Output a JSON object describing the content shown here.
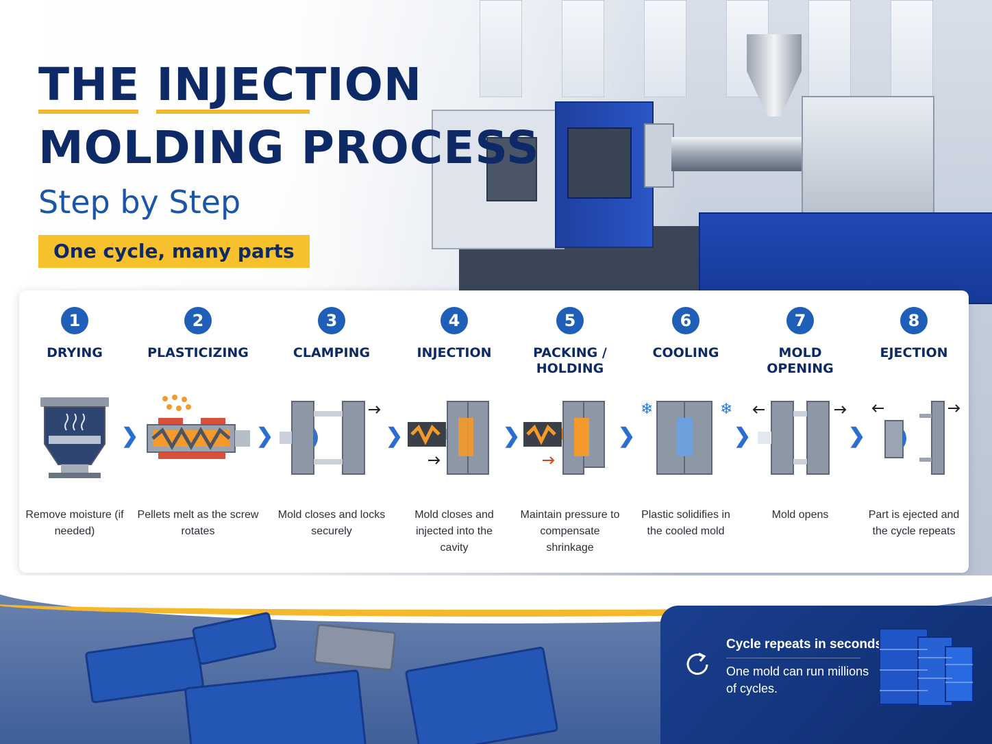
{
  "header": {
    "title_line1": "THE INJECTION",
    "title_line2": "MOLDING PROCESS",
    "subtitle": "Step by Step",
    "tagline": "One cycle, many parts"
  },
  "steps": [
    {
      "number": "1",
      "name": "DRYING",
      "description": "Remove moisture (if needed)"
    },
    {
      "number": "2",
      "name": "PLASTICIZING",
      "description": "Pellets melt as the screw rotates"
    },
    {
      "number": "3",
      "name": "CLAMPING",
      "description": "Mold closes and locks securely"
    },
    {
      "number": "4",
      "name": "INJECTION",
      "description": "Mold closes and injected into the cavity"
    },
    {
      "number": "5",
      "name": "PACKING / HOLDING",
      "description": "Maintain pressure to compensate shrinkage"
    },
    {
      "number": "6",
      "name": "COOLING",
      "description": "Plastic solidifies in the cooled mold"
    },
    {
      "number": "7",
      "name": "MOLD OPENING",
      "description": "Mold opens"
    },
    {
      "number": "8",
      "name": "EJECTION",
      "description": "Part is ejected and the cycle repeats"
    }
  ],
  "info": {
    "title": "Cycle repeats in seconds.",
    "text": "One mold can run millions of cycles."
  },
  "colors": {
    "navy": "#0d2a66",
    "accent_blue": "#1f5fb8",
    "yellow": "#f7c12e",
    "melt_orange": "#f39a2a"
  },
  "icons": [
    "hopper-dryer-icon",
    "screw-barrel-icon",
    "mold-clamp-icon",
    "snowflake-icon",
    "refresh-cycle-icon",
    "chevron-right-icon"
  ]
}
